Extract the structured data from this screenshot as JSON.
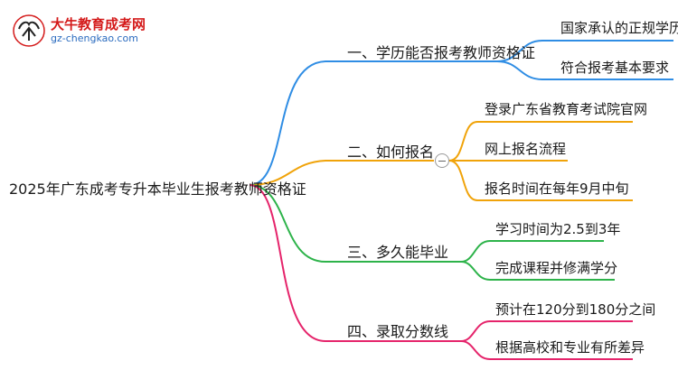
{
  "logo": {
    "title": "大牛教育成考网",
    "url": "gz-chengkao.com"
  },
  "root": "2025年广东成考专升本毕业生报考教师资格证",
  "branches": [
    {
      "label": "一、学历能否报考教师资格证",
      "color": "#2f8de4",
      "leaves": [
        "国家承认的正规学历",
        "符合报考基本要求"
      ]
    },
    {
      "label": "二、如何报名",
      "color": "#f0a30a",
      "leaves": [
        "登录广东省教育考试院官网",
        "网上报名流程",
        "报名时间在每年9月中旬"
      ]
    },
    {
      "label": "三、多久能毕业",
      "color": "#2db34a",
      "leaves": [
        "学习时间为2.5到3年",
        "完成课程并修满学分"
      ]
    },
    {
      "label": "四、录取分数线",
      "color": "#e5246b",
      "leaves": [
        "预计在120分到180分之间",
        "根据高校和专业有所差异"
      ]
    }
  ]
}
